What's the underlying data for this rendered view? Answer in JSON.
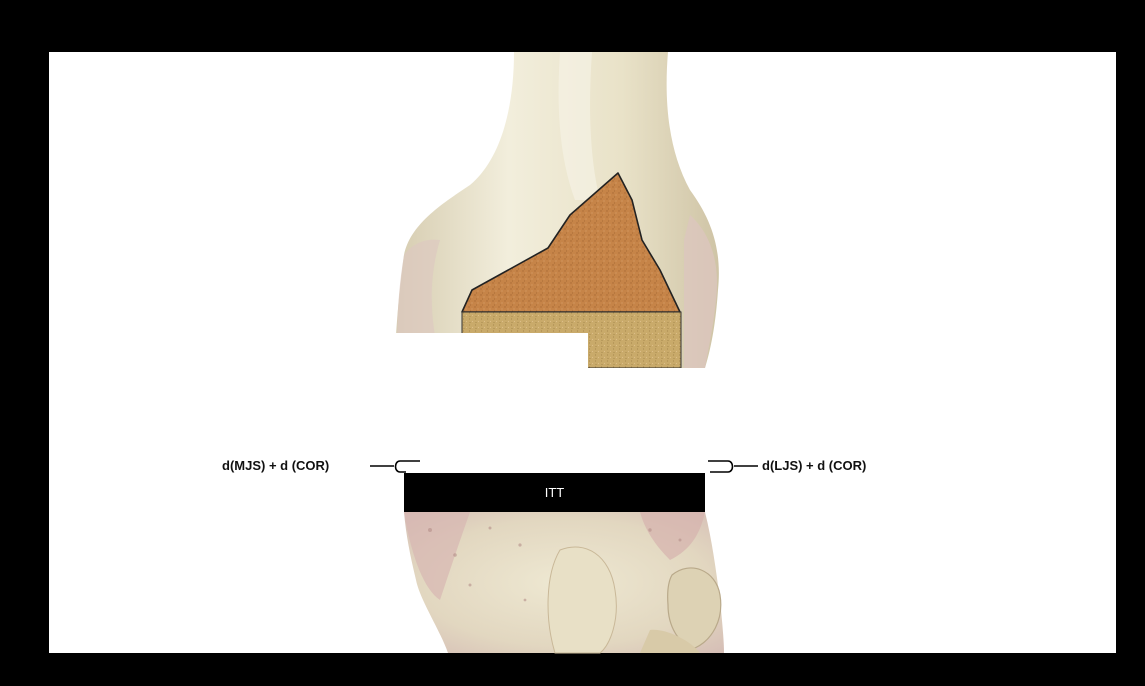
{
  "diagram": {
    "femur_graft_region": "femoral condyle with bone graft",
    "left_label": "d(MJS) + d (COR)",
    "right_label": "d(LJS) + d (COR)",
    "bar_label": "ITT"
  },
  "colors": {
    "frame": "#000000",
    "background": "#ffffff",
    "bone": "#ece6d0",
    "bone_shadow": "#d9cfb2",
    "bone_pink": "#d8b5b3",
    "graft_upper": "#c68448",
    "graft_lower": "#c9aa6a",
    "bar": "#000000",
    "bar_text": "#ffffff"
  }
}
